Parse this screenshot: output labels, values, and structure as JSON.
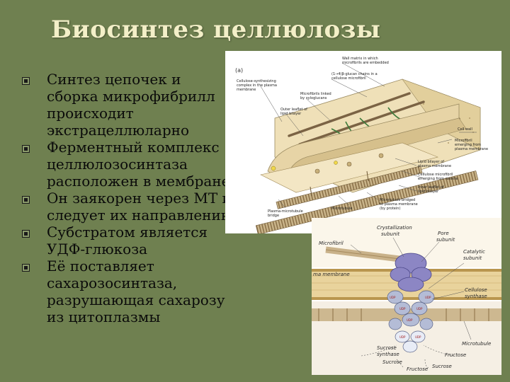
{
  "slide": {
    "title": "Биосинтез целлюлозы",
    "bullets": [
      [
        "Синтез цепочек и",
        "сборка микрофибрилл",
        "происходит",
        "экстрацеллюларно"
      ],
      [
        "Ферментный комплекс",
        "целлюлозосинтаза",
        "расположен в мембране"
      ],
      [
        "Он заякорен через МТ и",
        "следует их направлению"
      ],
      [
        "Субстратом является",
        "УДФ-глюкоза"
      ],
      [
        "Её поставляет",
        "сахарозосинтаза,",
        "разрушающая сахарозу",
        "из цитоплазмы"
      ]
    ]
  },
  "figure1": {
    "panel": "(a)",
    "labels": {
      "wall_matrix": [
        "Wall matrix in which",
        "microfibrils are embedded"
      ],
      "glucan_chains": [
        "(1→4)β-glucan chains in a",
        "cellulose microfibril"
      ],
      "cs_complex": [
        "Cellulose-synthesizing",
        "complex in the plasma",
        "membrane"
      ],
      "linked_xyloglucan": [
        "Microfibrils linked",
        "by xyloglucans"
      ],
      "outer_leaflet": [
        "Outer leaflet of",
        "lipid bilayer"
      ],
      "cell_wall": "Cell wall",
      "microfibril_emerging": [
        "Microfibril",
        "emerging from",
        "plasma membrane"
      ],
      "lipid_bilayer_pm": [
        "Lipid bilayer of",
        "plasma membrane"
      ],
      "cellulose_emerging": [
        "Cellulose microfibril",
        "emerging from rosette"
      ],
      "inner_leaflet": [
        "Inner leaflet of",
        "lipid bilayer"
      ],
      "microtubule": "Microtubule",
      "mt_bridged": [
        "Microtubule bridged",
        "to plasma membrane",
        "(by protein)"
      ],
      "mt_bridge": [
        "Plasma-microtubule",
        "bridge"
      ]
    }
  },
  "figure2": {
    "labels": {
      "crystallization": [
        "Crystallization",
        "subunit"
      ],
      "pore": [
        "Pore",
        "subunit"
      ],
      "microfibril": "Microfibril",
      "catalytic": [
        "Catalytic",
        "subunit"
      ],
      "plasma_membrane": "ma membrane",
      "cellulose_synthase": [
        "Cellulose",
        "synthase"
      ],
      "microtubule": "Microtubule",
      "sucrose_synthase": [
        "Sucrose",
        "synthase"
      ],
      "sucrose_left": "Sucrose",
      "fructose_left": "Fructose",
      "fructose_right": "Fructose",
      "sucrose_right": "Sucrose"
    },
    "udp_label": "UDP"
  }
}
